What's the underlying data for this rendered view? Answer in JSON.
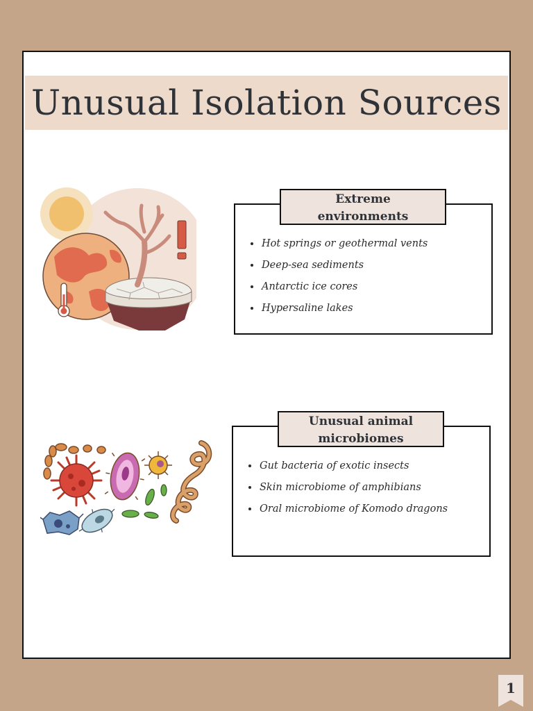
{
  "page": {
    "title": "Unusual Isolation Sources",
    "page_number": "1"
  },
  "sections": [
    {
      "heading_line1": "Extreme",
      "heading_line2": "environments",
      "items": [
        "Hot springs or geothermal vents",
        "Deep-sea sediments",
        "Antarctic ice cores",
        "Hypersaline lakes"
      ],
      "illustration": "dry-earth-climate-illustration"
    },
    {
      "heading_line1": "Unusual animal",
      "heading_line2": "microbiomes",
      "items": [
        "Gut bacteria of exotic insects",
        "Skin microbiome of amphibians",
        "Oral microbiome of Komodo dragons"
      ],
      "illustration": "microbes-illustration"
    }
  ],
  "colors": {
    "frame": "#c4a589",
    "title_band": "#eddacb",
    "label_fill": "#efe4dd",
    "text": "#2f3237"
  }
}
